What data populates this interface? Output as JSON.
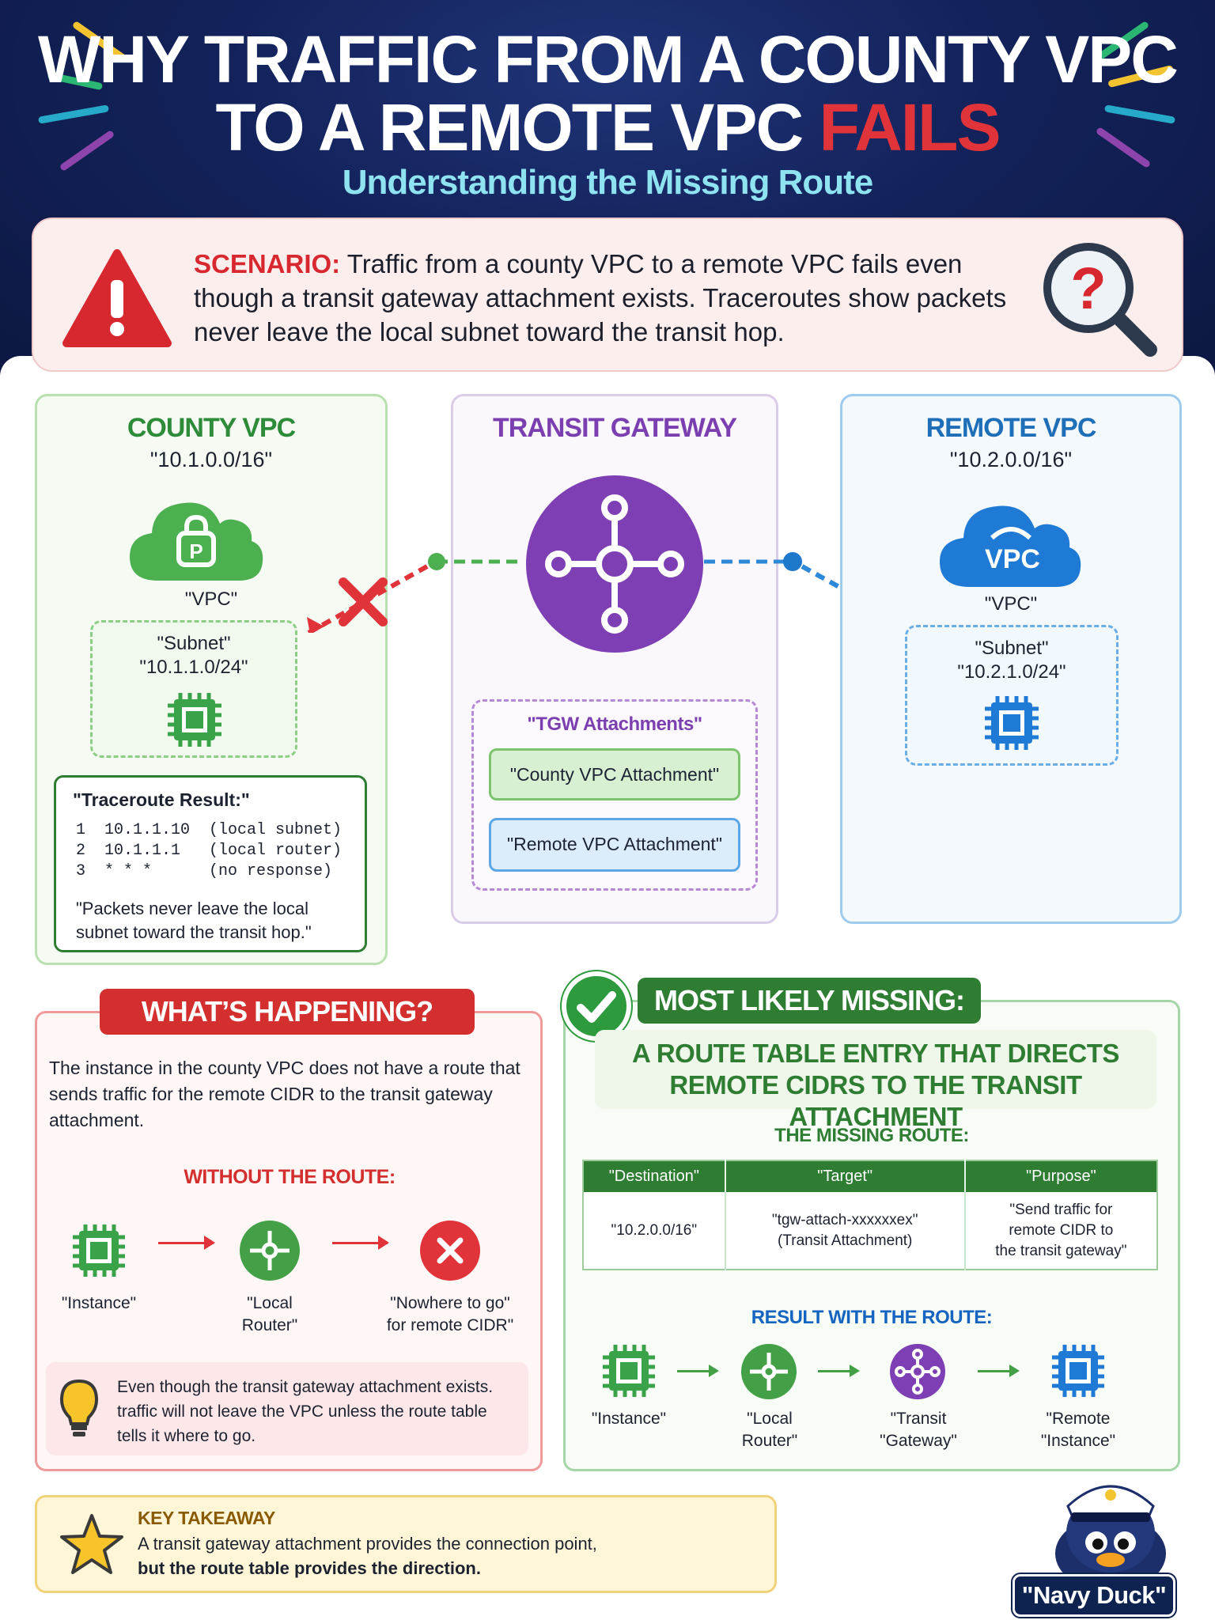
{
  "header": {
    "title_line1": "WHY TRAFFIC FROM A COUNTY VPC",
    "title_line2_prefix": "TO A REMOTE VPC ",
    "title_line2_highlight": "FAILS",
    "subtitle": "Understanding the Missing Route"
  },
  "scenario": {
    "label": "SCENARIO:",
    "text": " Traffic from a county VPC to a remote VPC fails even though a transit gateway attachment exists. Traceroutes show packets never leave the local subnet toward the transit hop."
  },
  "county": {
    "title": "COUNTY VPC",
    "cidr": "\"10.1.0.0/16\"",
    "vpc_label": "\"VPC\"",
    "subnet_label": "\"Subnet\"",
    "subnet_cidr": "\"10.1.1.0/24\""
  },
  "traceroute": {
    "title": "\"Traceroute Result:\"",
    "lines": [
      "1  10.1.1.10  (local subnet)",
      "2  10.1.1.1   (local router)",
      "3  * * *      (no response)"
    ],
    "note": "\"Packets never leave the local subnet toward the transit hop.\""
  },
  "transit": {
    "title": "TRANSIT GATEWAY",
    "attachments_label": "\"TGW Attachments\"",
    "county_attachment": "\"County VPC Attachment\"",
    "remote_attachment": "\"Remote VPC Attachment\""
  },
  "remote": {
    "title": "REMOTE VPC",
    "cidr": "\"10.2.0.0/16\"",
    "vpc_label": "\"VPC\"",
    "subnet_label": "\"Subnet\"",
    "subnet_cidr": "\"10.2.1.0/24\""
  },
  "happening": {
    "title": "WHAT’S HAPPENING?",
    "text": "The instance in the county VPC does not have a route that sends traffic for the remote CIDR to the transit gateway attachment.",
    "without_label": "WITHOUT THE ROUTE:",
    "flow": [
      "\"Instance\"",
      "\"Local\nRouter\"",
      "\"Nowhere to go\"\nfor remote CIDR\""
    ],
    "tip": "Even though the transit gateway attachment exists. traffic will not leave the VPC unless the route table tells it where to go."
  },
  "missing": {
    "title": "MOST LIKELY MISSING:",
    "headline_line1": "A ROUTE TABLE ENTRY THAT DIRECTS",
    "headline_line2": "REMOTE CIDRS TO THE TRANSIT ATTACHMENT",
    "route_label": "THE MISSING ROUTE:",
    "table": {
      "headers": [
        "\"Destination\"",
        "\"Target\"",
        "\"Purpose\""
      ],
      "row": [
        "\"10.2.0.0/16\"",
        "\"tgw-attach-xxxxxxex\"\n(Transit Attachment)",
        "\"Send traffic for\nremote CIDR to\nthe transit gateway\""
      ]
    },
    "result_label": "RESULT WITH THE ROUTE:",
    "flow": [
      "\"Instance\"",
      "\"Local\nRouter\"",
      "\"Transit\n\"Gateway\"",
      "\"Remote\n\"Instance\""
    ]
  },
  "takeaway": {
    "title": "KEY TAKEAWAY",
    "line1": "A transit gateway attachment provides the connection point,",
    "line2": "but the route table provides the direction."
  },
  "mascot": {
    "name": "\"Navy Duck\""
  },
  "colors": {
    "red": "#d32f2f",
    "green": "#2e7d32",
    "purple": "#7b3fb0",
    "blue": "#1e88e5",
    "navy": "#13225a"
  }
}
